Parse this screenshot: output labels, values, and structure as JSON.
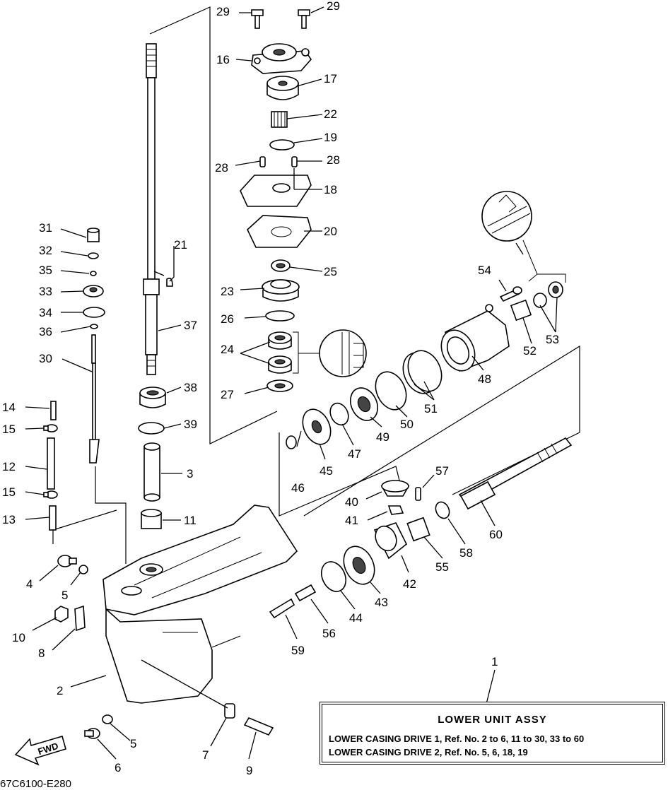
{
  "callouts": {
    "n1": "1",
    "n2": "2",
    "n3": "3",
    "n4": "4",
    "n5a": "5",
    "n5b": "5",
    "n6": "6",
    "n7": "7",
    "n8": "8",
    "n9": "9",
    "n10": "10",
    "n11": "11",
    "n12": "12",
    "n13": "13",
    "n14": "14",
    "n15a": "15",
    "n15b": "15",
    "n16": "16",
    "n17": "17",
    "n18": "18",
    "n19": "19",
    "n20": "20",
    "n21": "21",
    "n22": "22",
    "n23": "23",
    "n24": "24",
    "n25": "25",
    "n26": "26",
    "n27": "27",
    "n28a": "28",
    "n28b": "28",
    "n29a": "29",
    "n29b": "29",
    "n30": "30",
    "n31": "31",
    "n32": "32",
    "n33": "33",
    "n34": "34",
    "n35": "35",
    "n36": "36",
    "n37": "37",
    "n38": "38",
    "n39": "39",
    "n40": "40",
    "n41": "41",
    "n42": "42",
    "n43": "43",
    "n44": "44",
    "n45": "45",
    "n46": "46",
    "n47": "47",
    "n48": "48",
    "n49": "49",
    "n50": "50",
    "n51": "51",
    "n52": "52",
    "n53": "53",
    "n54": "54",
    "n55": "55",
    "n56": "56",
    "n57": "57",
    "n58": "58",
    "n59": "59",
    "n60": "60"
  },
  "fwd_label": "FWD",
  "legend": {
    "title": "LOWER UNIT ASSY",
    "line1": "LOWER CASING DRIVE 1,   Ref. No. 2 to 6, 11 to 30, 33 to 60",
    "line2": "LOWER CASING DRIVE 2,   Ref. No. 5, 6, 18, 19"
  },
  "drawing_code": "67C6100-E280"
}
